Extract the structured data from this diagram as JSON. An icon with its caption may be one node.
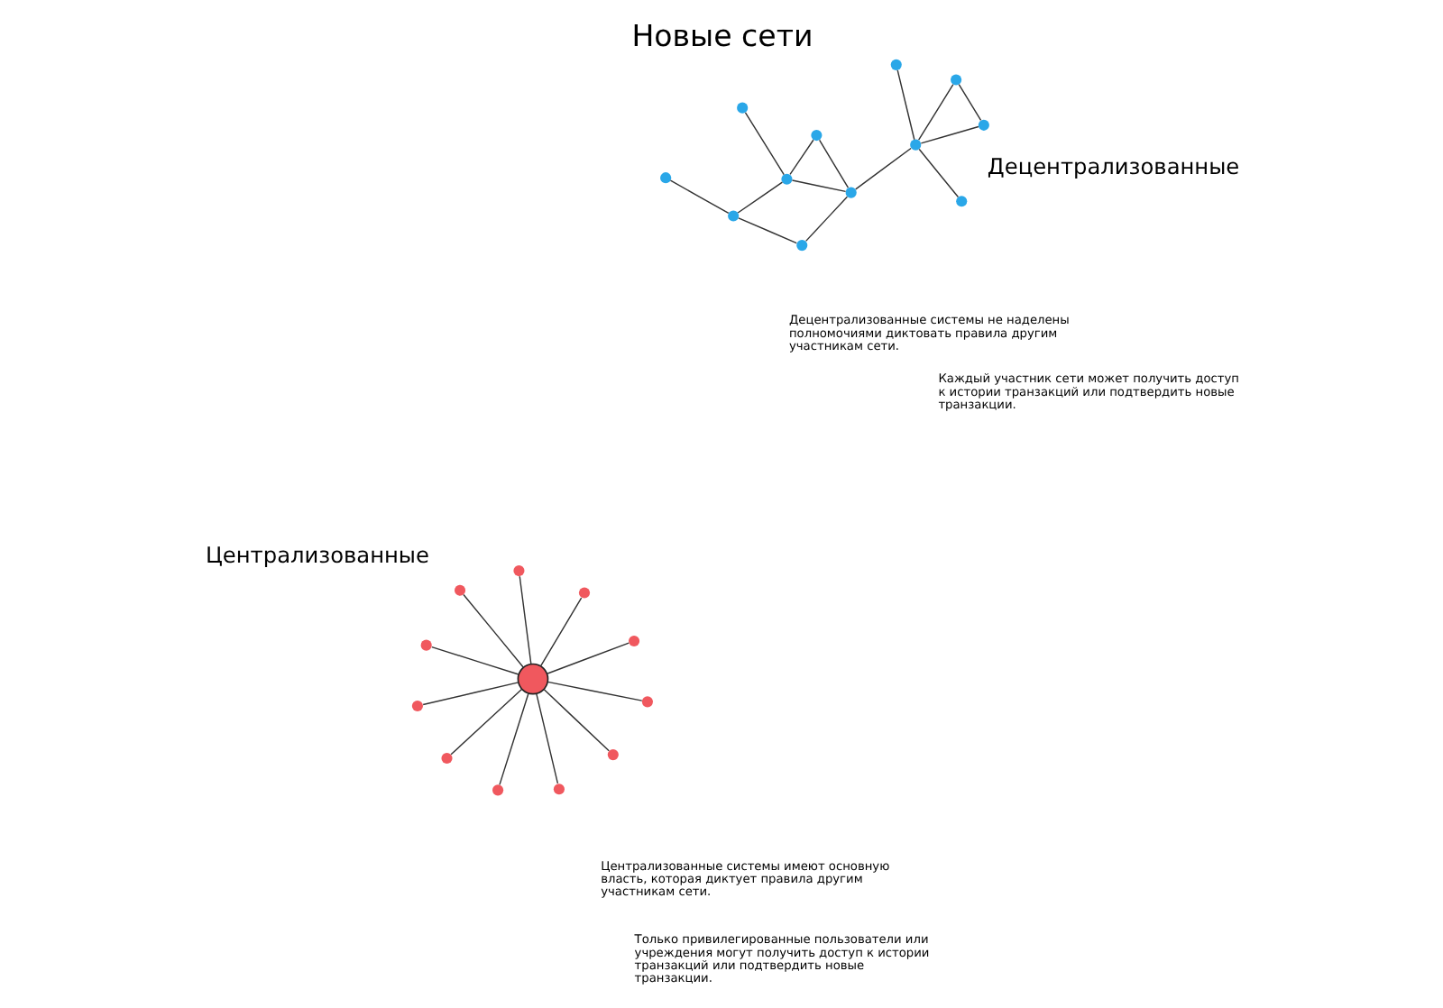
{
  "diagram": {
    "title": "Новые сети",
    "nodes": [
      {
        "text": [],
        "shape": "circle"
      },
      {
        "text": [],
        "shape": "circle"
      },
      {
        "text": [],
        "shape": "circle"
      },
      {
        "text": [],
        "shape": "circle"
      },
      {
        "text": [],
        "shape": "circle"
      },
      {
        "text": [],
        "shape": "circle"
      },
      {
        "text": [],
        "shape": "circle"
      },
      {
        "text": [],
        "shape": "circle"
      },
      {
        "text": [],
        "shape": "circle"
      },
      {
        "text": [],
        "shape": "circle"
      },
      {
        "text": [],
        "shape": "circle"
      },
      {
        "text": [],
        "shape": "circle"
      },
      {
        "text": [],
        "shape": "circle"
      },
      {
        "text": [],
        "shape": "circle"
      },
      {
        "text": [],
        "shape": "circle"
      },
      {
        "text": [],
        "shape": "circle"
      },
      {
        "text": [],
        "shape": "circle"
      },
      {
        "text": [],
        "shape": "circle"
      },
      {
        "text": [],
        "shape": "circle"
      },
      {
        "text": [],
        "shape": "circle"
      },
      {
        "text": [],
        "shape": "circle"
      },
      {
        "text": [],
        "shape": "circle"
      },
      {
        "text": [],
        "shape": "circle"
      },
      {
        "text": [],
        "shape": "circle"
      }
    ],
    "edges": [
      {
        "from": 0,
        "to": 1,
        "arrow": "none"
      },
      {
        "from": 0,
        "to": 2,
        "arrow": "none"
      },
      {
        "from": 0,
        "to": 3,
        "arrow": "none"
      },
      {
        "from": 0,
        "to": 4,
        "arrow": "none"
      },
      {
        "from": 0,
        "to": 5,
        "arrow": "none"
      },
      {
        "from": 0,
        "to": 6,
        "arrow": "none"
      },
      {
        "from": 0,
        "to": 7,
        "arrow": "none"
      },
      {
        "from": 0,
        "to": 8,
        "arrow": "none"
      },
      {
        "from": 0,
        "to": 9,
        "arrow": "none"
      },
      {
        "from": 0,
        "to": 10,
        "arrow": "none"
      },
      {
        "from": 0,
        "to": 11,
        "arrow": "none"
      },
      {
        "from": 12,
        "to": 13,
        "arrow": "none"
      },
      {
        "from": 12,
        "to": 15,
        "arrow": "none"
      },
      {
        "from": 13,
        "to": 15,
        "arrow": "none"
      },
      {
        "from": 14,
        "to": 15,
        "arrow": "none"
      },
      {
        "from": 15,
        "to": 16,
        "arrow": "none"
      },
      {
        "from": 15,
        "to": 17,
        "arrow": "none"
      },
      {
        "from": 17,
        "to": 18,
        "arrow": "none"
      },
      {
        "from": 17,
        "to": 21,
        "arrow": "none"
      },
      {
        "from": 17,
        "to": 19,
        "arrow": "none"
      },
      {
        "from": 18,
        "to": 21,
        "arrow": "none"
      },
      {
        "from": 19,
        "to": 22,
        "arrow": "none"
      },
      {
        "from": 21,
        "to": 22,
        "arrow": "none"
      },
      {
        "from": 22,
        "to": 20,
        "arrow": "none"
      },
      {
        "from": 21,
        "to": 23,
        "arrow": "none"
      }
    ],
    "labels": [
      "Централизованные",
      "Децентрализованные",
      "Централизованные системы имеют основную власть, которая диктует правила другим участникам сети.",
      "Децентрализованные системы не наделены полномочиями диктовать правила другим участникам сети.",
      "Только привилегированные пользователи или учреждения могут получить доступ к истории транзакций или подтвердить новые транзакции.",
      "Каждый участник сети может получить доступ к истории транзакций или подтвердить новые транзакции."
    ]
  }
}
